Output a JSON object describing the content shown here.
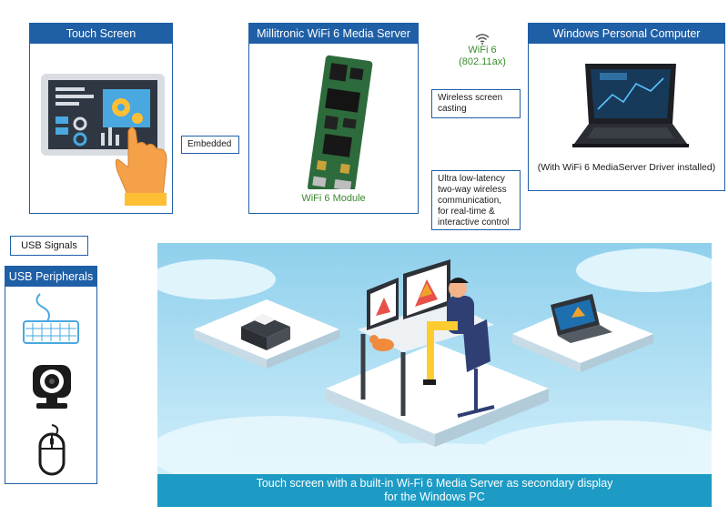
{
  "touch_screen": {
    "title": "Touch Screen"
  },
  "media_server": {
    "title": "Millitronic WiFi 6 Media Server",
    "caption": "WiFi 6 Module"
  },
  "pc": {
    "title": "Windows Personal Computer",
    "caption": "(With WiFi 6 MediaServer Driver installed)"
  },
  "wifi": {
    "label": "WiFi 6",
    "standard": "(802.11ax)"
  },
  "notes": {
    "embedded": "Embedded",
    "casting_l1": "Wireless screen",
    "casting_l2": "casting",
    "latency_l1": "Ultra low-latency",
    "latency_l2": "two-way wireless",
    "latency_l3": "communication,",
    "latency_l4": "for real-time &",
    "latency_l5": "interactive control",
    "usb_signals": "USB Signals"
  },
  "usb": {
    "title": "USB Peripherals"
  },
  "scene": {
    "banner_l1": "Touch screen with a  built-in Wi-Fi 6 Media Server  as secondary display",
    "banner_l2": "for the Windows PC"
  },
  "colors": {
    "panel_blue": "#1f5fa6",
    "accent_green": "#3a8a2e",
    "banner_blue": "#1d9bc4"
  }
}
